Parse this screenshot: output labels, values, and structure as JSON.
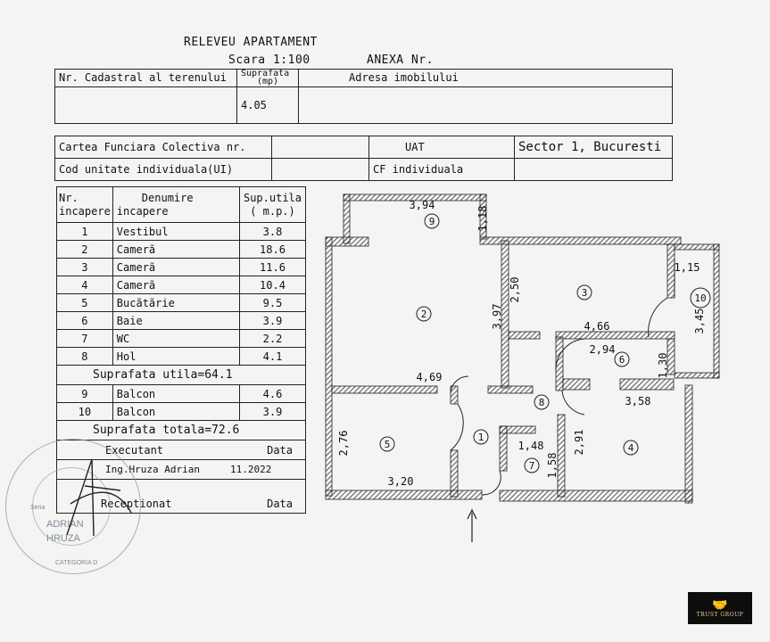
{
  "header": {
    "title": "RELEVEU APARTAMENT",
    "scale": "Scara 1:100",
    "annex": "ANEXA Nr."
  },
  "cadastral": {
    "label": "Nr. Cadastral al terenului",
    "surface_label_top": "Suprafata",
    "surface_label_bottom": "(mp)",
    "surface_value": "4.05",
    "address_label": "Adresa imobilului"
  },
  "registry": {
    "carte_label": "Cartea Funciara Colectiva nr.",
    "cod_label": "Cod unitate individuala(UI)",
    "uat_label": "UAT",
    "cf_label": "CF individuala",
    "location": "Sector 1, Bucuresti"
  },
  "rooms_table": {
    "col_nr_top": "Nr.",
    "col_nr_bottom": "incapere",
    "col_name_top": "Denumire",
    "col_name_bottom": "incapere",
    "col_area_top": "Sup.utila",
    "col_area_bottom": "( m.p.)",
    "rooms": [
      {
        "nr": "1",
        "name": "Vestibul",
        "area": "3.8"
      },
      {
        "nr": "2",
        "name": "Camerã",
        "area": "18.6"
      },
      {
        "nr": "3",
        "name": "Camerã",
        "area": "11.6"
      },
      {
        "nr": "4",
        "name": "Camerã",
        "area": "10.4"
      },
      {
        "nr": "5",
        "name": "Bucãtãrie",
        "area": "9.5"
      },
      {
        "nr": "6",
        "name": "Baie",
        "area": "3.9"
      },
      {
        "nr": "7",
        "name": "WC",
        "area": "2.2"
      },
      {
        "nr": "8",
        "name": "Hol",
        "area": "4.1"
      }
    ],
    "useful_total": "Suprafata utila=64.1",
    "balconies": [
      {
        "nr": "9",
        "name": "Balcon",
        "area": "4.6"
      },
      {
        "nr": "10",
        "name": "Balcon",
        "area": "3.9"
      }
    ],
    "grand_total": "Suprafata totala=72.6",
    "executant_label": "Executant",
    "data_label": "Data",
    "executant_name": "Ing.Hruza  Adrian",
    "executant_date": "11.2022",
    "receptionat_label": "Receptionat",
    "data_label_2": "Data"
  },
  "stamp": {
    "line1": "ADRIAN",
    "line2": "HRUZA",
    "line3": "CATEGORIA D",
    "line4": "Seria"
  },
  "plan": {
    "dimensions": {
      "d394": "3,94",
      "d118": "1,18",
      "d115": "1,15",
      "d250": "2,50",
      "d397": "3,97",
      "d466": "4,66",
      "d345": "3,45",
      "d294": "2,94",
      "d130": "1,30",
      "d469": "4,69",
      "d358": "3,58",
      "d276": "2,76",
      "d148": "1,48",
      "d291": "2,91",
      "d158": "1,58",
      "d320": "3,20"
    },
    "room_numbers": {
      "r1": "1",
      "r2": "2",
      "r3": "3",
      "r4": "4",
      "r5": "5",
      "r6": "6",
      "r7": "7",
      "r8": "8",
      "r9": "9",
      "r10": "10"
    }
  },
  "logo": {
    "text": "TRUST GROUP"
  }
}
